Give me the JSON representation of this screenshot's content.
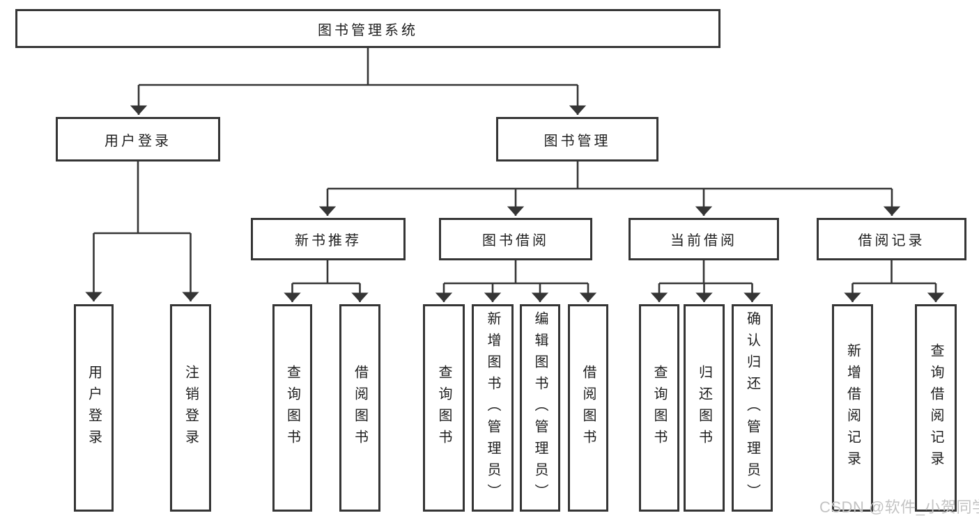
{
  "diagram": {
    "type": "tree",
    "root": {
      "label": "图书管理系统",
      "children": [
        {
          "label": "用户登录",
          "children": [
            {
              "label": "用户登录"
            },
            {
              "label": "注销登录"
            }
          ]
        },
        {
          "label": "图书管理",
          "children": [
            {
              "label": "新书推荐",
              "children": [
                {
                  "label": "查询图书"
                },
                {
                  "label": "借阅图书"
                }
              ]
            },
            {
              "label": "图书借阅",
              "children": [
                {
                  "label": "查询图书"
                },
                {
                  "label": "新增图书（管理员）"
                },
                {
                  "label": "编辑图书（管理员）"
                },
                {
                  "label": "借阅图书"
                }
              ]
            },
            {
              "label": "当前借阅",
              "children": [
                {
                  "label": "查询图书"
                },
                {
                  "label": "归还图书"
                },
                {
                  "label": "确认归还（管理员）"
                }
              ]
            },
            {
              "label": "借阅记录",
              "children": [
                {
                  "label": "新增借阅记录"
                },
                {
                  "label": "查询借阅记录"
                }
              ]
            }
          ]
        }
      ]
    }
  },
  "watermark": {
    "text": "CSDN @软件_小贺同学"
  },
  "colors": {
    "background": "#ffffff",
    "line": "#353535",
    "box_border": "#353535",
    "text": "#1e1e1e",
    "watermark": "#c3c3c3"
  }
}
